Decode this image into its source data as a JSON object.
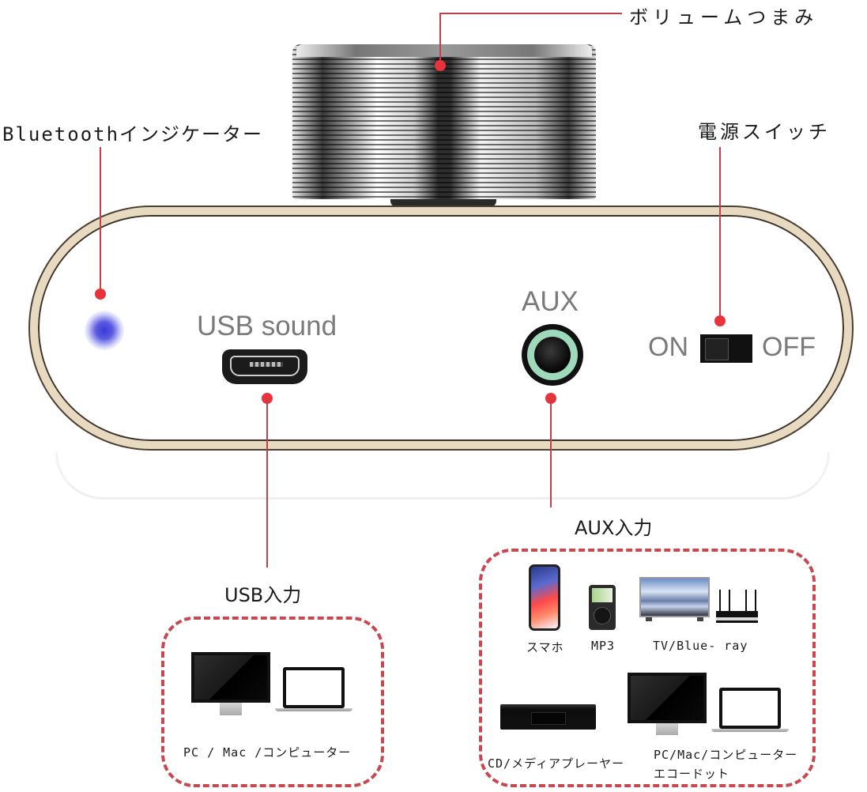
{
  "callouts": {
    "volume_knob": "ボリュームつまみ",
    "bluetooth_indicator": "Bluetoothインジケーター",
    "power_switch": "電源スイッチ",
    "usb_input": "USB入力",
    "aux_input": "AUX入力"
  },
  "panel": {
    "usb_label": "USB sound",
    "aux_label": "AUX",
    "switch_on": "ON",
    "switch_off": "OFF"
  },
  "usb_box": {
    "devices_label": "PC / Mac /コンピューター"
  },
  "aux_box": {
    "devices": [
      {
        "label": "スマホ",
        "icon": "smartphone-icon"
      },
      {
        "label": "MP3",
        "icon": "mp3-player-icon"
      },
      {
        "label": "TV/Blue- ray",
        "icon": "tv-icon"
      },
      {
        "label": "CD/メディアプレーヤー",
        "icon": "cd-player-icon"
      },
      {
        "label": "PC/Mac/コンピューター",
        "icon": "computer-icon"
      },
      {
        "label": "エコードット",
        "icon": "echo-dot-icon"
      }
    ]
  },
  "colors": {
    "accent_red": "#e8323c",
    "leader_line": "#c0414a",
    "dashed_border": "#c9474f",
    "bluetooth_led": "#3b3bd8",
    "aux_ring": "#9fd9bc",
    "frame_gold": "#e8d9c1"
  }
}
